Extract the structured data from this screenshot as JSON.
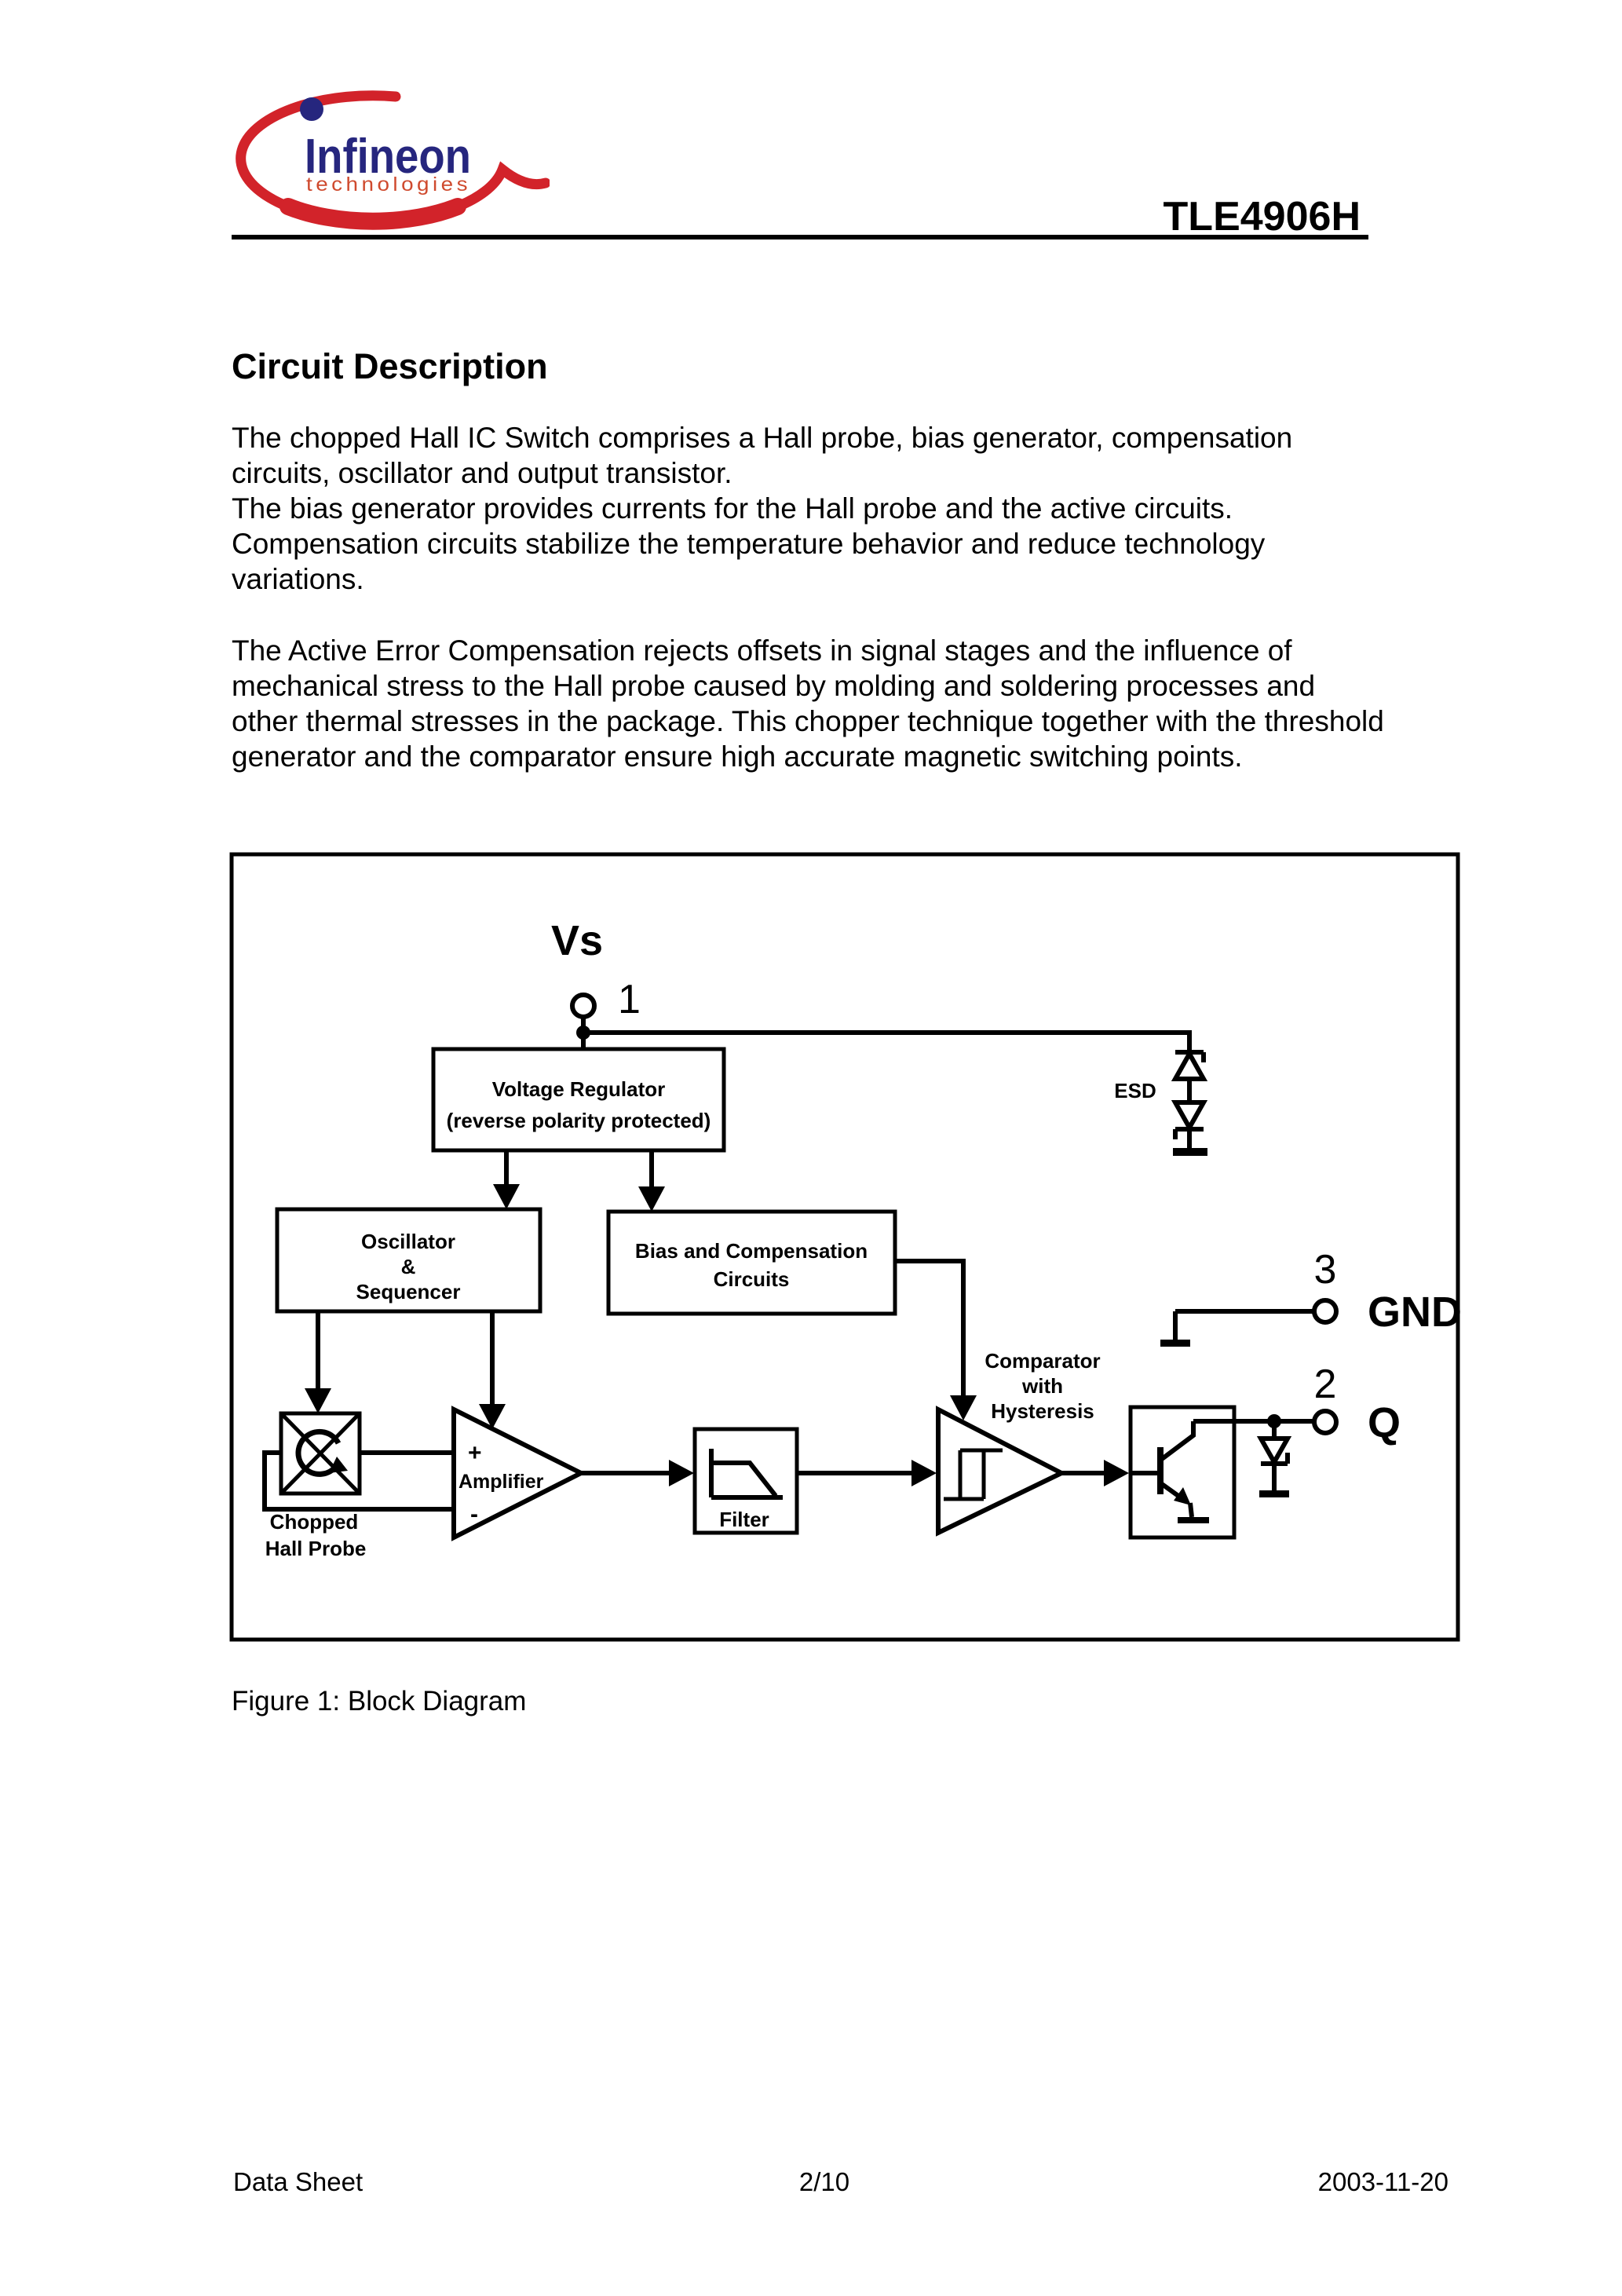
{
  "header": {
    "brand": "Infineon",
    "brand_sub": "technologies",
    "title": "TLE4906H"
  },
  "section": {
    "heading": "Circuit Description",
    "para1": "The chopped Hall IC Switch comprises a Hall probe, bias generator, compensation\ncircuits, oscillator and output transistor.\nThe bias generator provides currents for the Hall probe and the active circuits.\nCompensation circuits stabilize the temperature behavior and reduce technology\nvariations.",
    "para2": "The Active Error Compensation rejects offsets in signal stages and the influence of\nmechanical stress to the Hall probe caused by molding and soldering processes and\nother thermal stresses in the package. This chopper technique together with the threshold\ngenerator and the comparator ensure high accurate magnetic switching points."
  },
  "figure": {
    "caption": "Figure 1: Block Diagram",
    "labels": {
      "vs": "Vs",
      "pin1": "1",
      "pin2": "2",
      "pin3": "3",
      "gnd": "GND",
      "q": "Q",
      "esd": "ESD",
      "voltage_regulator_line1": "Voltage Regulator",
      "voltage_regulator_line2": "(reverse polarity protected)",
      "oscillator_line1": "Oscillator",
      "oscillator_line2": "&",
      "oscillator_line3": "Sequencer",
      "bias_line1": "Bias and Compensation",
      "bias_line2": "Circuits",
      "comparator_line1": "Comparator",
      "comparator_line2": "with",
      "comparator_line3": "Hysteresis",
      "amp_plus": "+",
      "amplifier": "Amplifier",
      "amp_minus": "-",
      "filter": "Filter",
      "hall_line1": "Chopped",
      "hall_line2": "Hall Probe"
    }
  },
  "footer": {
    "left": "Data Sheet",
    "center": "2/10",
    "right": "2003-11-20"
  },
  "colors": {
    "brand_blue": "#26267e",
    "brand_red": "#d2232a",
    "brand_red_light": "#cf4a2e",
    "diagram_ink": "#000000"
  }
}
